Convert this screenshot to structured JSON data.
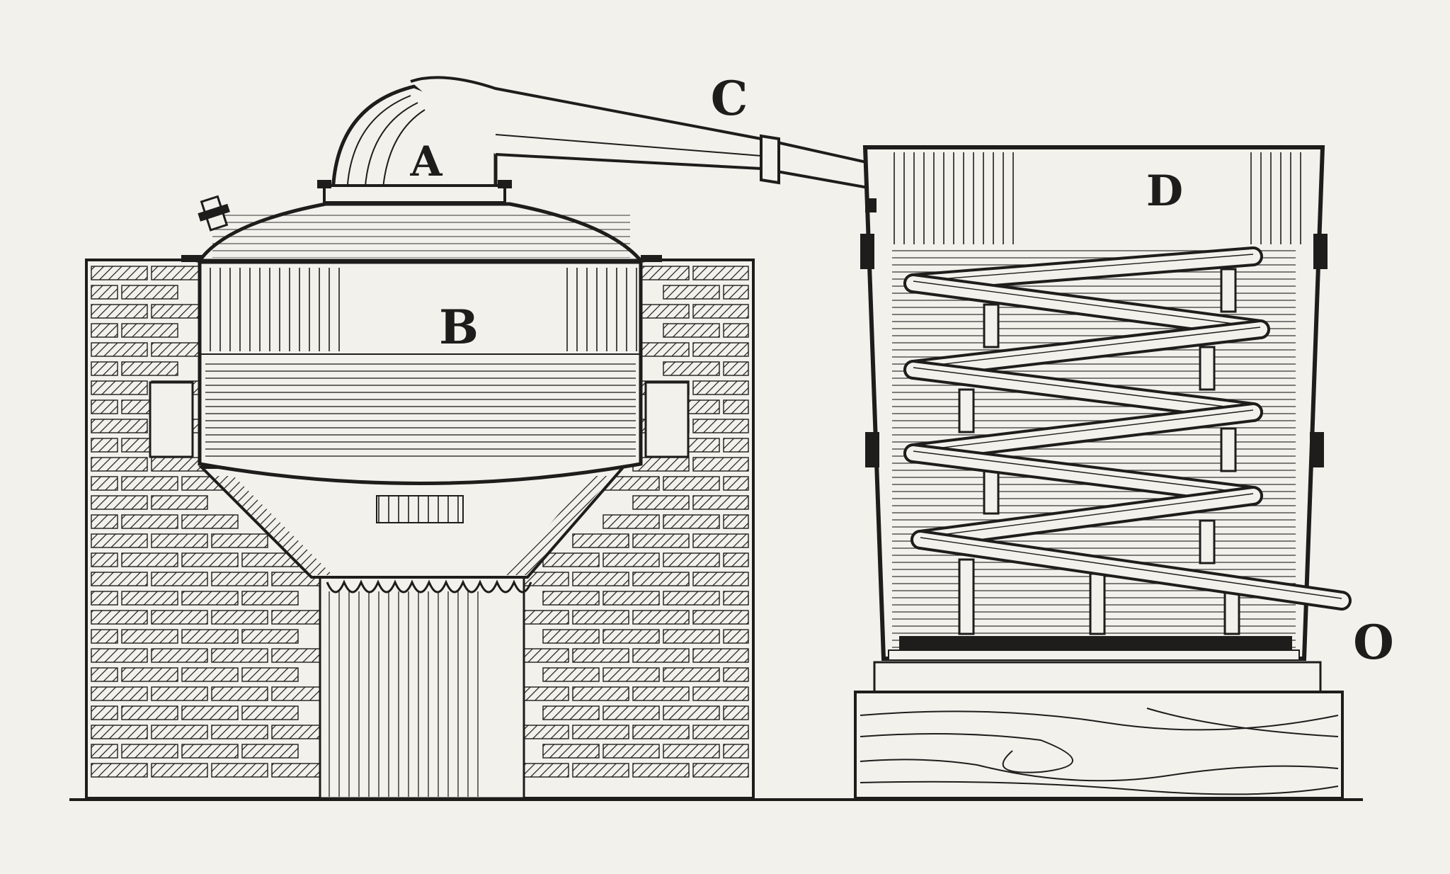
{
  "colors": {
    "paper": "#f2f1ec",
    "ink": "#1e1d1b"
  },
  "labels": {
    "helmet": "A",
    "boiler": "B",
    "neck": "C",
    "tub": "D",
    "outlet": "O"
  }
}
